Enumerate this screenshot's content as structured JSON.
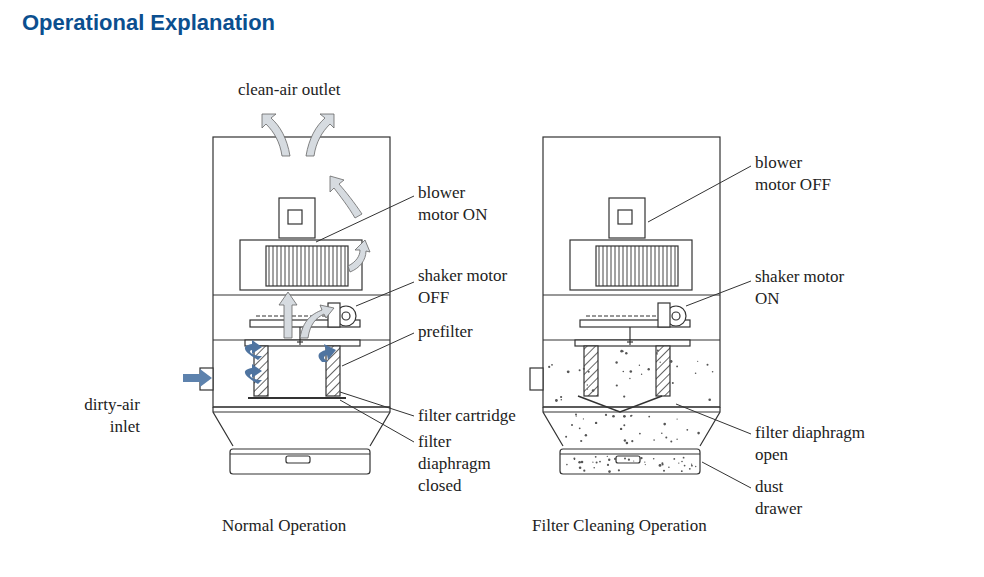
{
  "diagram": {
    "title": "Operational Explanation",
    "labels": [
      "clean-air outlet",
      "blower motor ON",
      "shaker motor OFF",
      "prefilter",
      "dirty-air inlet",
      "filter cartridge",
      "filter diaphragm closed",
      "Normal Operation",
      "blower motor OFF",
      "shaker motor ON",
      "filter diaphragm open",
      "dust drawer",
      "Filter Cleaning Operation"
    ]
  }
}
